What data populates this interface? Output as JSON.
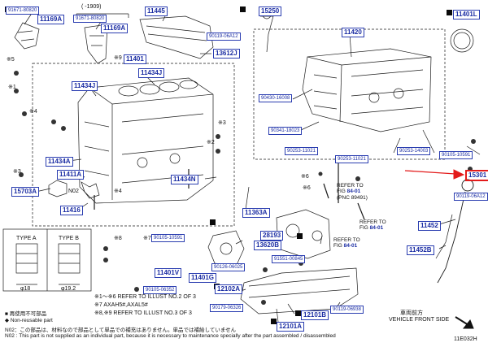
{
  "diagram": {
    "id": "11E032H",
    "front_side_jp": "車両前方",
    "front_side_en": "VEHICLE FRONT SIDE",
    "legend": {
      "type_a": "TYPE A",
      "type_b": "TYPE B",
      "dim_a": "φ18",
      "dim_b": "φ19.2"
    },
    "notes": {
      "n1": "※1～※6 REFER TO ILLUST NO.2 OF 3",
      "n2": "※7 AXAH5#,AXAL5#",
      "n3": "※8,※9 REFER TO ILLUST NO.3 OF 3",
      "n4_sym": "■",
      "n4": "再使用不可部品",
      "n5_sym": "◆",
      "n5": "Non-reusable part",
      "n6": "N02：この部品は、材料なので部品として単品での補充はありません。単品では補給していません",
      "n7": "N02 : This part is not supplied as an individual part, because it is necessary to maintenance specially after the part assembled / disassembled"
    },
    "labels": {
      "p91671_80820": "91671-80820",
      "p11169A_top": "11169A",
      "p91671_80820b": "91671-80820",
      "p11169A_b": "11169A",
      "p_1909": "(   -1909)",
      "p11445": "11445",
      "p15250": "15250",
      "p11401L": "11401L",
      "p90119_06A12_top": "90119-06A12",
      "p11420": "11420",
      "p11401": "11401",
      "p13612J": "13612J",
      "p11434J": "11434J",
      "p11434J_b": "11434J",
      "p90430_16008": "90430-16008",
      "p90341_18023": "90341-18023",
      "p90253_11021a": "90253-11021",
      "p90253_11021b": "90253-11021",
      "p90253_14003": "90253-14003",
      "p90105_10591a": "90105-10591",
      "p11434A": "11434A",
      "p11434N": "11434N",
      "p11411A": "11411A",
      "p15703A": "15703A",
      "pN02": "N02",
      "p11416": "11416",
      "p11363A": "11363A",
      "p15301": "15301",
      "p90119_06A12_b": "90119-06A12",
      "p11452": "11452",
      "p11452B": "11452B",
      "p90105_10591b": "90105-10591",
      "p28193": "28193",
      "p13620B": "13620B",
      "p91551_00845": "91551-00845",
      "p11401V": "11401V",
      "p11401G": "11401G",
      "p90126_06025": "90126-06025",
      "p90105_06352": "90105-06352",
      "p12102A": "12102A",
      "p90179_06326": "90179-06326",
      "p90119_06938": "90119-06938",
      "p12101B": "12101B",
      "p12101A": "12101A",
      "fig_ref1": "REFER TO",
      "fig_ref1b": "FIG",
      "fig_ref1c": "84-01",
      "fig_ref1d": "(PNC 89491)",
      "fig_ref2": "REFER TO",
      "fig_ref2b": "FIG",
      "fig_ref2c": "84-01",
      "fig_ref3": "REFER TO",
      "fig_ref3b": "FIG",
      "fig_ref3c": "84-01"
    }
  }
}
